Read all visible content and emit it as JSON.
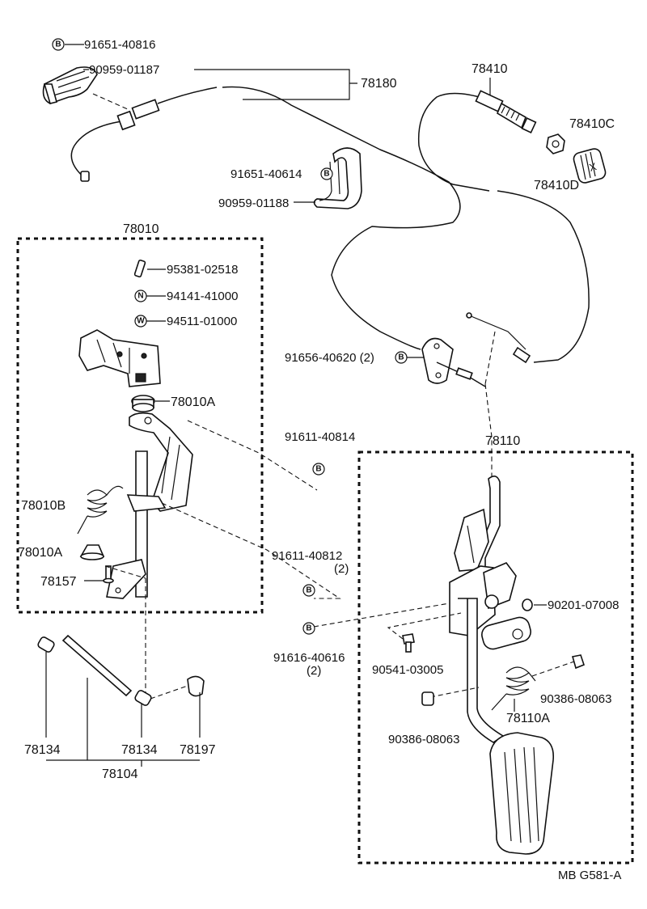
{
  "labels": {
    "p91651_40816": "91651-40816",
    "p90959_01187": "90959-01187",
    "p78180": "78180",
    "p78410": "78410",
    "p78410C": "78410C",
    "p78410D": "78410D",
    "p91651_40614": "91651-40614",
    "p90959_01188": "90959-01188",
    "p78010": "78010",
    "p95381_02518": "95381-02518",
    "p94141_41000": "94141-41000",
    "p94511_01000": "94511-01000",
    "p78010A_top": "78010A",
    "p91656_40620": "91656-40620 (2)",
    "p91611_40814": "91611-40814",
    "p78110": "78110",
    "p78010B": "78010B",
    "p78010A_bot": "78010A",
    "p91611_40812": "91611-40812",
    "p91611_40812_qty": "(2)",
    "p78157": "78157",
    "p90201_07008": "90201-07008",
    "p91616_40616": "91616-40616",
    "p91616_40616_qty": "(2)",
    "p90541_03005": "90541-03005",
    "p90386_08063_r": "90386-08063",
    "p78110A": "78110A",
    "p90386_08063_l": "90386-08063",
    "p78134_l": "78134",
    "p78134_r": "78134",
    "p78197": "78197",
    "p78104": "78104",
    "code": "MB  G581-A"
  },
  "markers": {
    "b": "B",
    "n": "N",
    "w": "W"
  }
}
